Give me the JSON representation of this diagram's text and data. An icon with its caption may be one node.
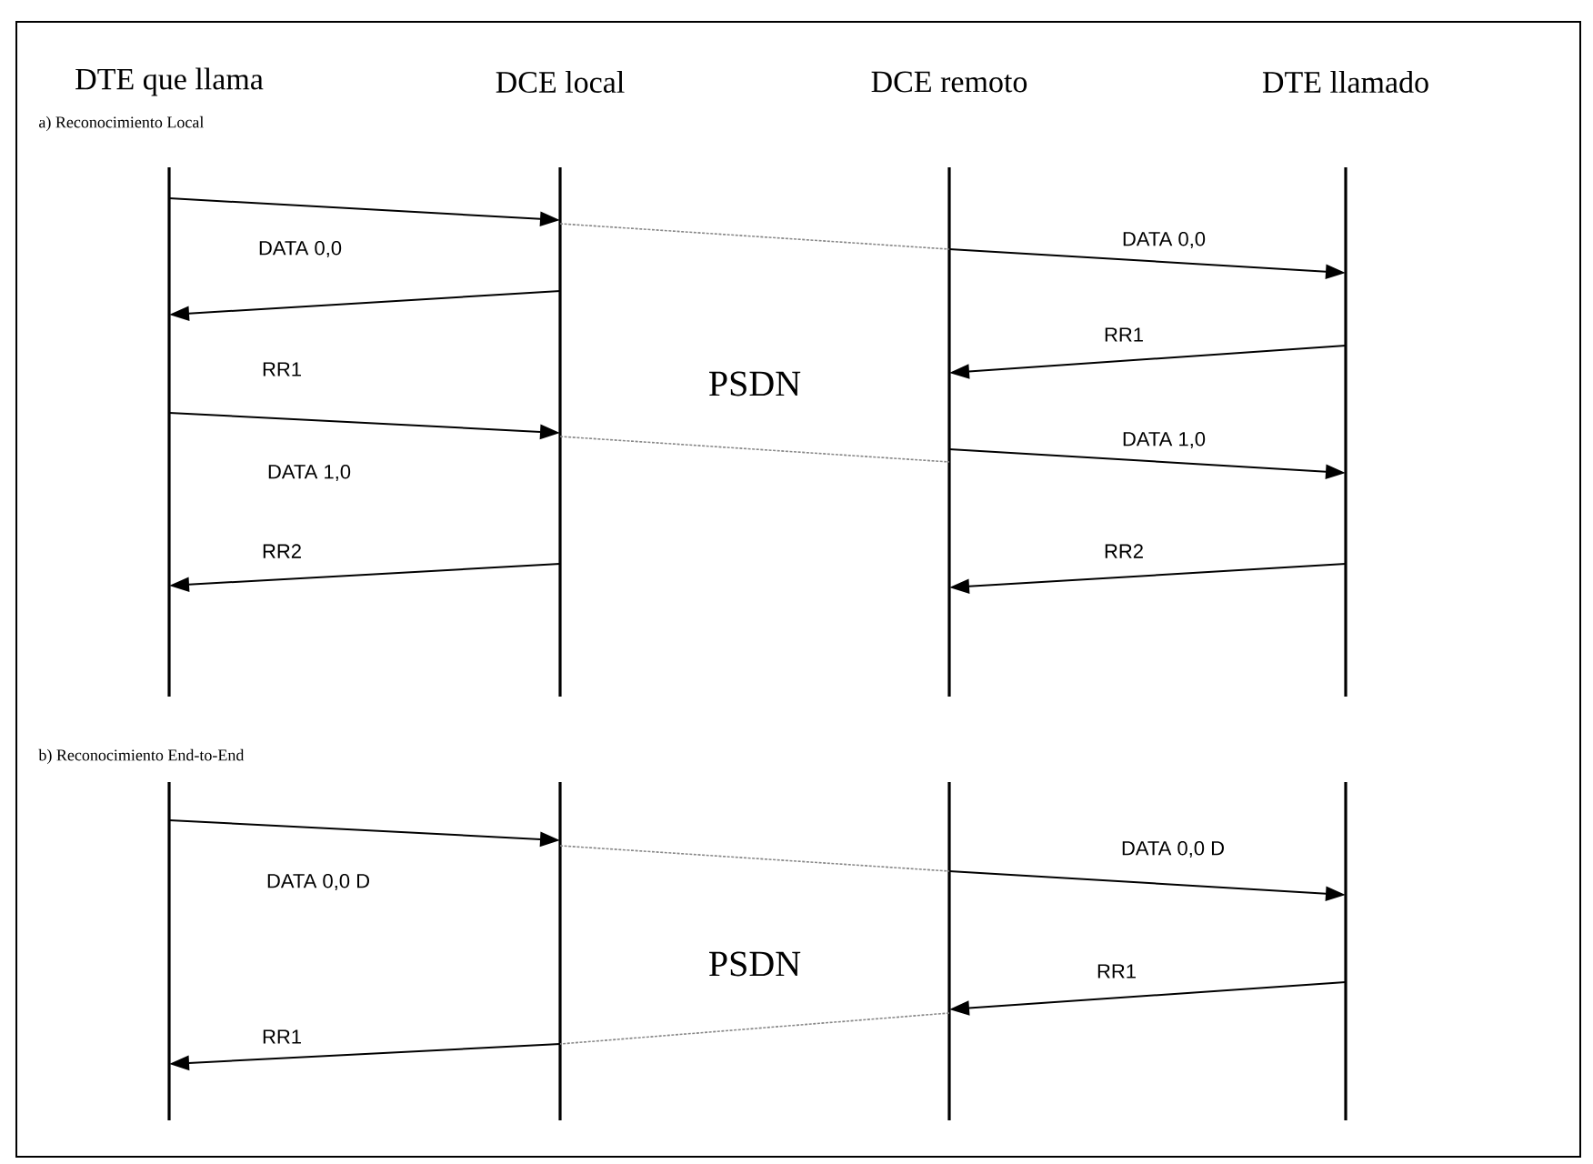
{
  "diagram": {
    "nodes": [
      {
        "text": [
          "DTE que llama"
        ]
      },
      {
        "text": [
          "DCE local"
        ]
      },
      {
        "text": [
          "DCE remoto"
        ]
      },
      {
        "text": [
          "DTE llamado"
        ]
      },
      {
        "text": [],
        "shape": "bar"
      },
      {
        "text": [],
        "shape": "bar"
      },
      {
        "text": [],
        "shape": "bar"
      },
      {
        "text": [],
        "shape": "bar"
      },
      {
        "text": [],
        "shape": "bar"
      },
      {
        "text": [],
        "shape": "bar"
      },
      {
        "text": [],
        "shape": "bar"
      },
      {
        "text": [],
        "shape": "bar"
      }
    ],
    "edges": [
      {
        "from": 4,
        "to": 5,
        "arrow": "to",
        "label": "DATA 0,0"
      },
      {
        "from": 5,
        "to": 6,
        "arrow": "none",
        "style": "dashed",
        "color": "#888888"
      },
      {
        "from": 6,
        "to": 7,
        "arrow": "to",
        "label": "DATA 0,0"
      },
      {
        "from": 5,
        "to": 4,
        "arrow": "to",
        "label": "RR1"
      },
      {
        "from": 7,
        "to": 6,
        "arrow": "to",
        "label": "RR1"
      },
      {
        "from": 4,
        "to": 5,
        "arrow": "to",
        "label": "DATA 1,0"
      },
      {
        "from": 5,
        "to": 6,
        "arrow": "none",
        "style": "dashed",
        "color": "#888888"
      },
      {
        "from": 6,
        "to": 7,
        "arrow": "to",
        "label": "DATA 1,0"
      },
      {
        "from": 5,
        "to": 4,
        "arrow": "to",
        "label": "RR2"
      },
      {
        "from": 7,
        "to": 6,
        "arrow": "to",
        "label": "RR2"
      },
      {
        "from": 8,
        "to": 9,
        "arrow": "to",
        "label": "DATA 0,0 D"
      },
      {
        "from": 9,
        "to": 10,
        "arrow": "none",
        "style": "dashed",
        "color": "#888888"
      },
      {
        "from": 10,
        "to": 11,
        "arrow": "to",
        "label": "DATA 0,0 D"
      },
      {
        "from": 11,
        "to": 10,
        "arrow": "to",
        "label": "RR1"
      },
      {
        "from": 10,
        "to": 9,
        "arrow": "none",
        "style": "dashed",
        "color": "#888888"
      },
      {
        "from": 9,
        "to": 8,
        "arrow": "to",
        "label": "RR1"
      }
    ],
    "labels": [
      "a) Reconocimiento Local",
      "PSDN",
      "b) Reconocimiento End-to-End",
      "PSDN"
    ]
  }
}
